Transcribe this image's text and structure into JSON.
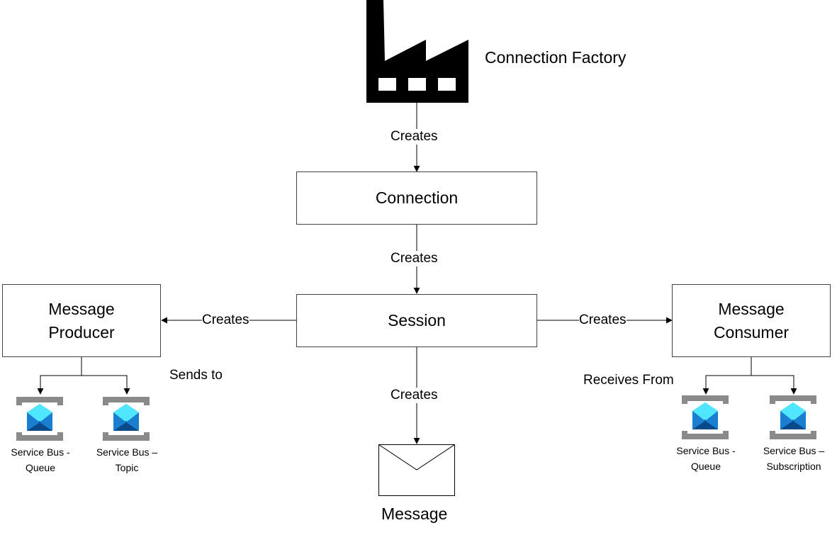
{
  "factory": {
    "label": "Connection Factory"
  },
  "edges": {
    "factory_to_connection": "Creates",
    "connection_to_session": "Creates",
    "session_to_producer": "Creates",
    "session_to_consumer": "Creates",
    "session_to_message": "Creates",
    "producer_sends": "Sends to",
    "consumer_receives": "Receives From"
  },
  "nodes": {
    "connection": "Connection",
    "session": "Session",
    "producer_line1": "Message",
    "producer_line2": "Producer",
    "consumer_line1": "Message",
    "consumer_line2": "Consumer",
    "message": "Message"
  },
  "producer_targets": [
    {
      "line1": "Service Bus -",
      "line2": "Queue",
      "icon": "service-bus-icon"
    },
    {
      "line1": "Service Bus –",
      "line2": "Topic",
      "icon": "service-bus-icon"
    }
  ],
  "consumer_targets": [
    {
      "line1": "Service Bus -",
      "line2": "Queue",
      "icon": "service-bus-icon"
    },
    {
      "line1": "Service Bus –",
      "line2": "Subscription",
      "icon": "service-bus-icon"
    }
  ],
  "colors": {
    "bracket": "#8a8a8a",
    "envelope_light": "#50e6ff",
    "envelope_mid": "#1490df",
    "envelope_dark": "#0a4a8a"
  }
}
